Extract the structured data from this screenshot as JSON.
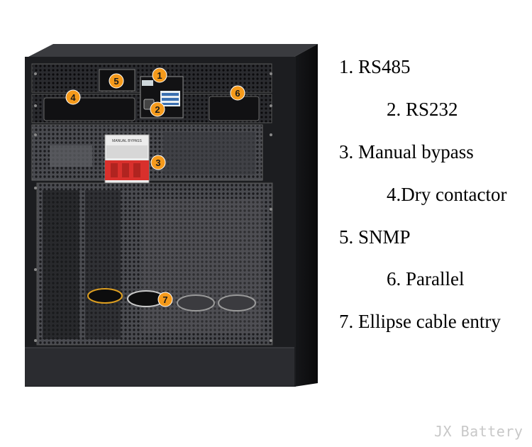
{
  "labels": [
    {
      "id": "1",
      "text": "1. RS485"
    },
    {
      "id": "2",
      "text": "2. RS232"
    },
    {
      "id": "3",
      "text": "3. Manual bypass"
    },
    {
      "id": "4",
      "text": "4.Dry contactor"
    },
    {
      "id": "5",
      "text": "5. SNMP"
    },
    {
      "id": "6",
      "text": "6. Parallel"
    },
    {
      "id": "7",
      "text": "7. Ellipse cable entry"
    }
  ],
  "markers": [
    "1",
    "2",
    "3",
    "4",
    "5",
    "6",
    "7"
  ],
  "breaker_label": "MANUAL BYPASS",
  "watermark": "JX Battery",
  "colors": {
    "marker_fill": "#f59a1b",
    "cabinet_dark": "#1e1f22",
    "cabinet_side": "#0f1012",
    "breaker_red": "#d9302c",
    "background": "#ffffff"
  }
}
